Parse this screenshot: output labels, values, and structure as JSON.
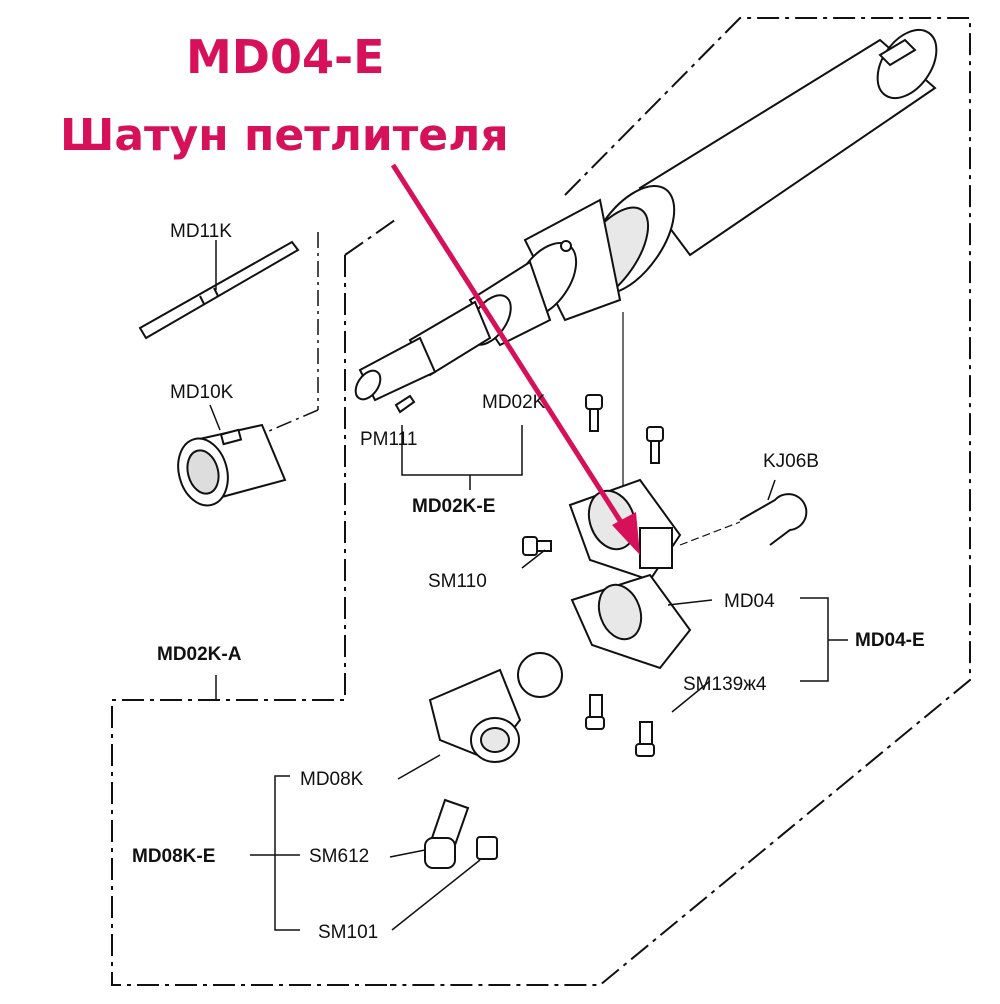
{
  "header": {
    "part_code": "MD04-E",
    "part_name": "Шатун петлителя"
  },
  "labels": {
    "md11k": "MD11K",
    "md10k": "MD10K",
    "pm111": "PM111",
    "md02k": "MD02K",
    "md02k_e": "MD02K-E",
    "kj06b": "KJ06B",
    "sm110": "SM110",
    "md04": "MD04",
    "md04_e": "MD04-E",
    "sm139": "SM139ж4",
    "md02k_a": "MD02K-A",
    "md08k": "MD08K",
    "md08k_e": "MD08K-E",
    "sm612": "SM612",
    "sm101": "SM101"
  },
  "colors": {
    "accent": "#d6115a",
    "line": "#111111",
    "background": "#ffffff"
  }
}
